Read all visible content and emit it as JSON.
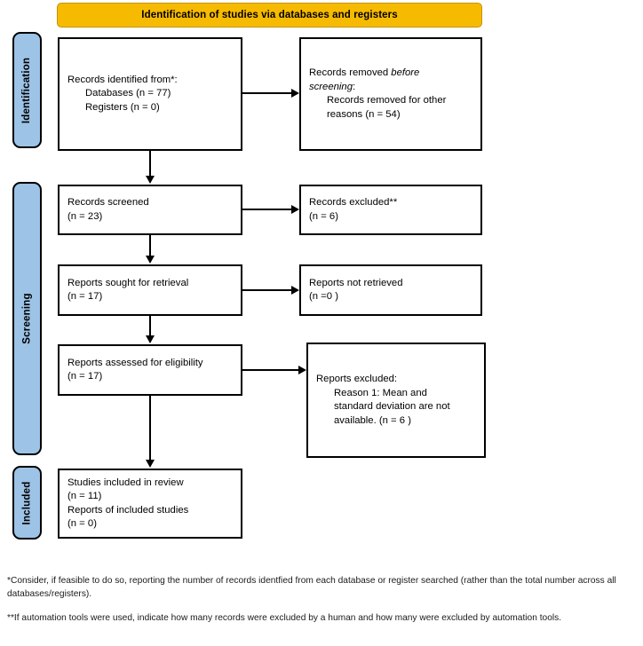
{
  "banner": {
    "title": "Identification of studies via databases and registers",
    "color": "#F6BA00"
  },
  "stages": {
    "identification": "Identification",
    "screening": "Screening",
    "included": "Included",
    "color": "#9DC3E6"
  },
  "boxes": {
    "identified": {
      "line1": "Records identified from*:",
      "line2": "Databases (n = 77)",
      "line3": "Registers (n = 0)"
    },
    "removed": {
      "line1": "Records removed ",
      "line1_italic": "before",
      "line2_italic": "screening",
      "line2_tail": ":",
      "line3": "Records removed for other",
      "line4": "reasons (n = 54)"
    },
    "screened": {
      "line1": "Records screened",
      "line2": "(n = 23)"
    },
    "excluded_records": {
      "line1": "Records excluded**",
      "line2": "(n = 6)"
    },
    "sought": {
      "line1": "Reports sought for retrieval",
      "line2": "(n = 17)"
    },
    "not_retrieved": {
      "line1": "Reports not retrieved",
      "line2": "(n =0 )"
    },
    "assessed": {
      "line1": "Reports assessed for eligibility",
      "line2": "(n = 17)"
    },
    "excluded_reports": {
      "line1": "Reports excluded:",
      "line2": "Reason 1: Mean and",
      "line3": "standard deviation are not",
      "line4": "available. (n = 6 )"
    },
    "included": {
      "line1": "Studies included in review",
      "line2": "(n = 11)",
      "line3": "Reports of included studies",
      "line4": "(n = 0)"
    }
  },
  "footnotes": {
    "note1": "*Consider, if feasible to do so, reporting the number of records identfied from each database or register searched (rather than the total number across all databases/registers).",
    "note2": "**If automation tools were used, indicate how many records were excluded by a human and how many were excluded by automation tools."
  }
}
